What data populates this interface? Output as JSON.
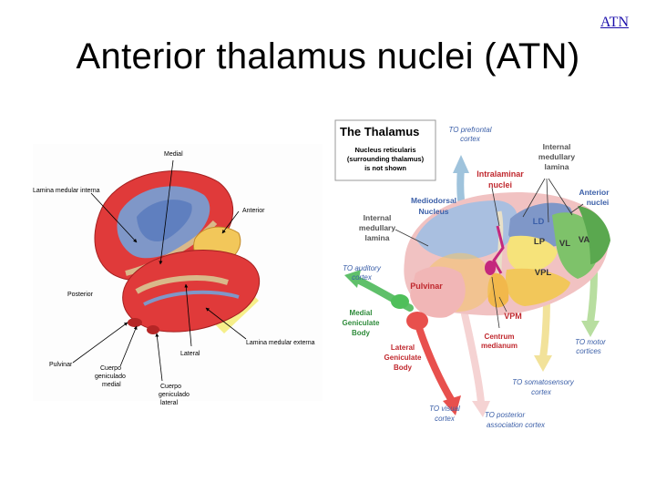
{
  "header": {
    "link_text": "ATN",
    "title": "Anterior thalamus nuclei (ATN)"
  },
  "left_figure": {
    "labels": {
      "medial": "Medial",
      "lamina_interna": "Lamina medular interna",
      "anterior": "Anterior",
      "posterior": "Posterior",
      "pulvinar": "Pulvinar",
      "geniculado_medial_1": "Cuerpo",
      "geniculado_medial_2": "geniculado",
      "geniculado_medial_3": "medial",
      "lateral": "Lateral",
      "geniculado_lateral_1": "Cuerpo",
      "geniculado_lateral_2": "geniculado",
      "geniculado_lateral_3": "lateral",
      "lamina_externa": "Lamina medular externa"
    }
  },
  "right_figure": {
    "box": {
      "title": "The Thalamus",
      "note_1": "Nucleus reticularis",
      "note_2": "(surrounding thalamus)",
      "note_3": "is not shown"
    },
    "labels": {
      "to_prefrontal_1": "TO prefrontal",
      "to_prefrontal_2": "cortex",
      "internal_medullary_top_1": "Internal",
      "internal_medullary_top_2": "medullary",
      "internal_medullary_top_3": "lamina",
      "intralaminar_1": "Intralaminar",
      "intralaminar_2": "nuclei",
      "mediodorsal_1": "Mediodorsal",
      "mediodorsal_2": "Nucleus",
      "anterior_nuclei_1": "Anterior",
      "anterior_nuclei_2": "nuclei",
      "internal_medullary_left_1": "Internal",
      "internal_medullary_left_2": "medullary",
      "internal_medullary_left_3": "lamina",
      "ld": "LD",
      "lp": "LP",
      "vl": "VL",
      "va": "VA",
      "to_auditory_1": "TO auditory",
      "to_auditory_2": "cortex",
      "vpl": "VPL",
      "pulvinar": "Pulvinar",
      "medial_geniculate_1": "Medial",
      "medial_geniculate_2": "Geniculate",
      "medial_geniculate_3": "Body",
      "vpm": "VPM",
      "to_motor_1": "TO motor",
      "to_motor_2": "cortices",
      "lateral_geniculate_1": "Lateral",
      "lateral_geniculate_2": "Geniculate",
      "lateral_geniculate_3": "Body",
      "centrum_1": "Centrum",
      "centrum_2": "medianum",
      "to_somatosensory_1": "TO somatosensory",
      "to_somatosensory_2": "cortex",
      "to_visual_1": "TO visual",
      "to_visual_2": "cortex",
      "to_posterior_1": "TO posterior",
      "to_posterior_2": "association cortex"
    }
  },
  "colors": {
    "link": "#1a0dab",
    "red_nucleus": "#e03a3a",
    "blue_nucleus": "#7f97c8",
    "lamina": "#d9b98a",
    "pulvinar": "#f1c2c2",
    "yellow": "#f2c75a",
    "green": "#7ec26a",
    "label_blue": "#3b5fa8",
    "label_red": "#c0282e"
  }
}
